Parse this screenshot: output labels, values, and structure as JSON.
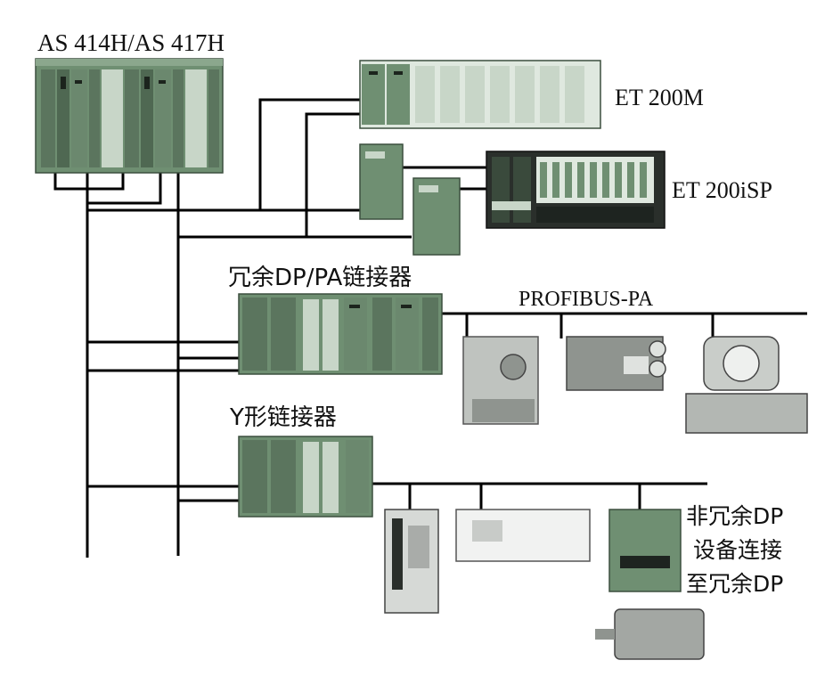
{
  "labels": {
    "cpu": "AS 414H/AS 417H",
    "et200m": "ET 200M",
    "et200isp": "ET 200iSP",
    "redundant_link": "冗余DP/PA链接器",
    "profibus_pa": "PROFIBUS-PA",
    "y_link": "Y形链接器",
    "non_redundant_line1": "非冗余DP",
    "non_redundant_line2": "设备连接",
    "non_redundant_line3": "至冗余DP"
  },
  "colors": {
    "line": "#000000",
    "module_green": "#6f8f72",
    "module_dark": "#5b755e",
    "module_light": "#c8d6c8",
    "module_pale": "#dfe8df",
    "instrument_gray": "#a9aca9",
    "background": "#ffffff"
  }
}
